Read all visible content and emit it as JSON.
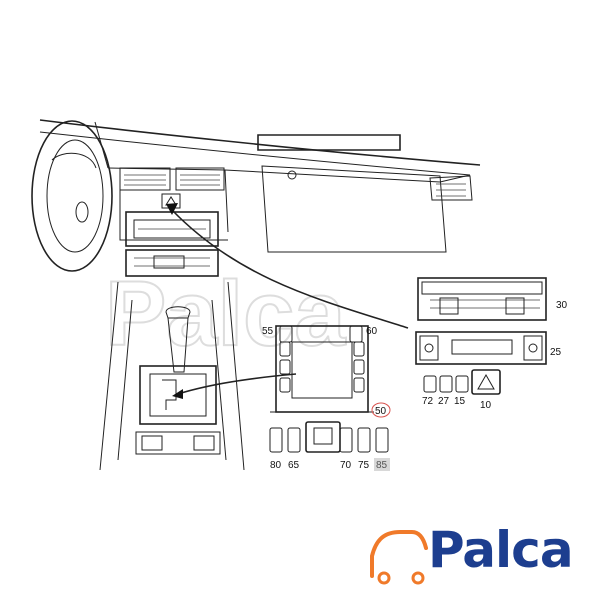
{
  "diagram": {
    "part_numbers": {
      "p30": "30",
      "p25": "25",
      "p55": "55",
      "p60": "60",
      "p72": "72",
      "p27": "27",
      "p15": "15",
      "p10": "10",
      "p50": "50",
      "p80": "80",
      "p65": "65",
      "p70": "70",
      "p75": "75",
      "p85": "85"
    },
    "highlight_color": "#d9534f",
    "highlight_bg": "#d8d8d8"
  },
  "brand": {
    "name": "Palca",
    "color": "#1d3e8f",
    "accent": "#f07a2a"
  }
}
